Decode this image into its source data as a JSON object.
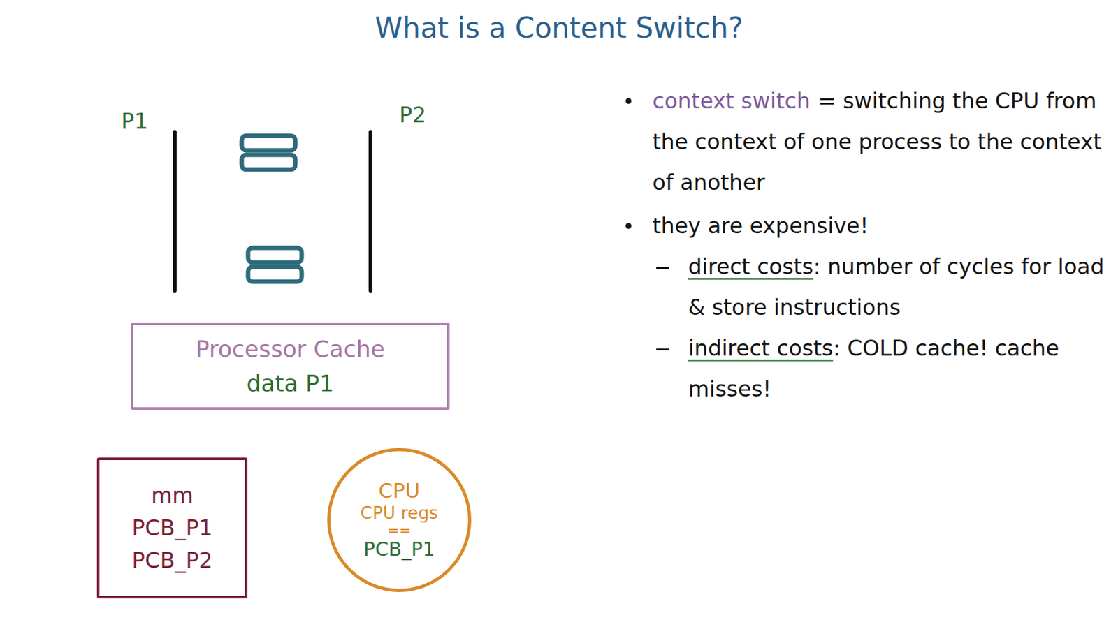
{
  "diagram": {
    "title": "What is a Content Switch?",
    "nodes": [
      {
        "text": [
          "Processor Cache",
          "data P1"
        ]
      },
      {
        "text": [
          "mm",
          "PCB_P1",
          "PCB_P2"
        ]
      },
      {
        "text": [
          "CPU",
          "CPU regs",
          "==",
          "PCB_P1"
        ]
      }
    ],
    "labels": [
      "P1",
      "P2",
      "context switch",
      "= switching the CPU from the context of one process to the context of another",
      "they are expensive!",
      "direct costs",
      ": number of cycles for load & store instructions",
      "indirect costs",
      ": COLD cache! cache misses!"
    ]
  }
}
